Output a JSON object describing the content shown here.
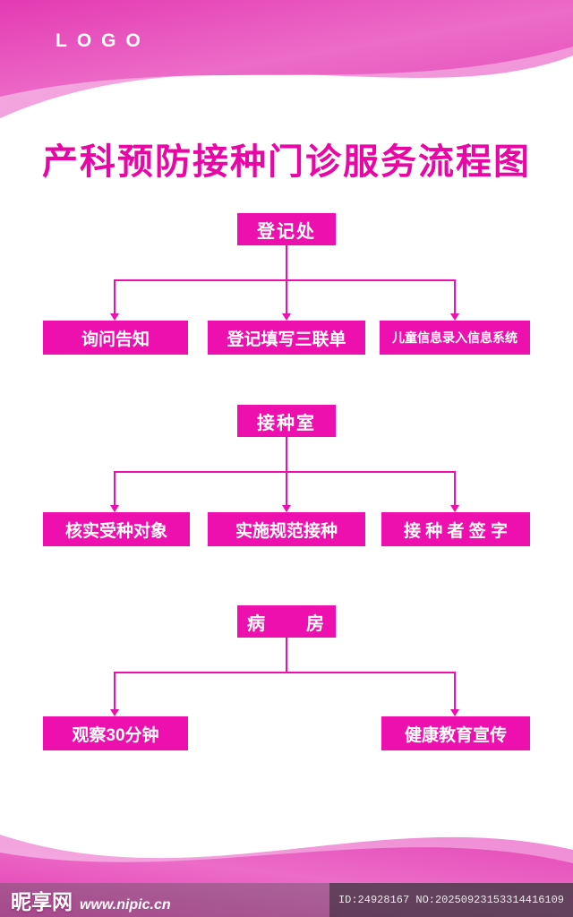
{
  "colors": {
    "accent": "#ee10ae",
    "title": "#e807a4"
  },
  "header": {
    "logo": "LOGO"
  },
  "title": "产科预防接种门诊服务流程图",
  "flow": {
    "levels": [
      {
        "header": "登记处",
        "children": [
          "询问告知",
          "登记填写三联单",
          "儿童信息录入信息系统"
        ]
      },
      {
        "header": "接种室",
        "children": [
          "核实受种对象",
          "实施规范接种",
          "接 种 者 签 字"
        ]
      },
      {
        "header": "病　　房",
        "children": [
          "观察30分钟",
          "健康教育宣传"
        ]
      }
    ]
  },
  "footer": {
    "site_name": "昵享网",
    "site_url": "www.nipic.cn",
    "id_text": "ID:24928167 NO:20250923153314416109"
  }
}
